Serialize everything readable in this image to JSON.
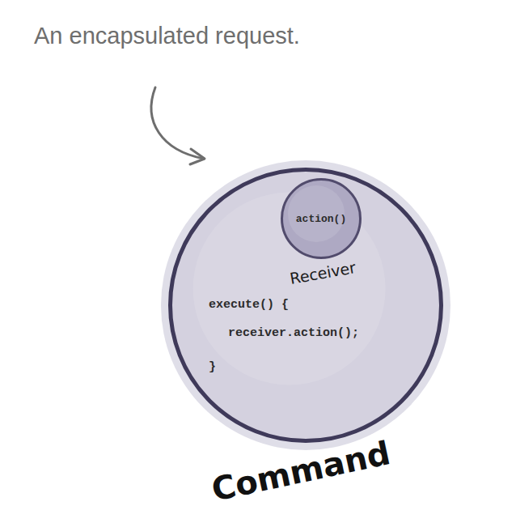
{
  "diagram": {
    "nodes": [
      {
        "text": [
          "execute() {",
          "receiver.action();",
          "}",
          "Command"
        ]
      },
      {
        "text": [
          "action()",
          "Receiver"
        ],
        "in": 0
      }
    ],
    "labels": [
      "An encapsulated request."
    ]
  }
}
